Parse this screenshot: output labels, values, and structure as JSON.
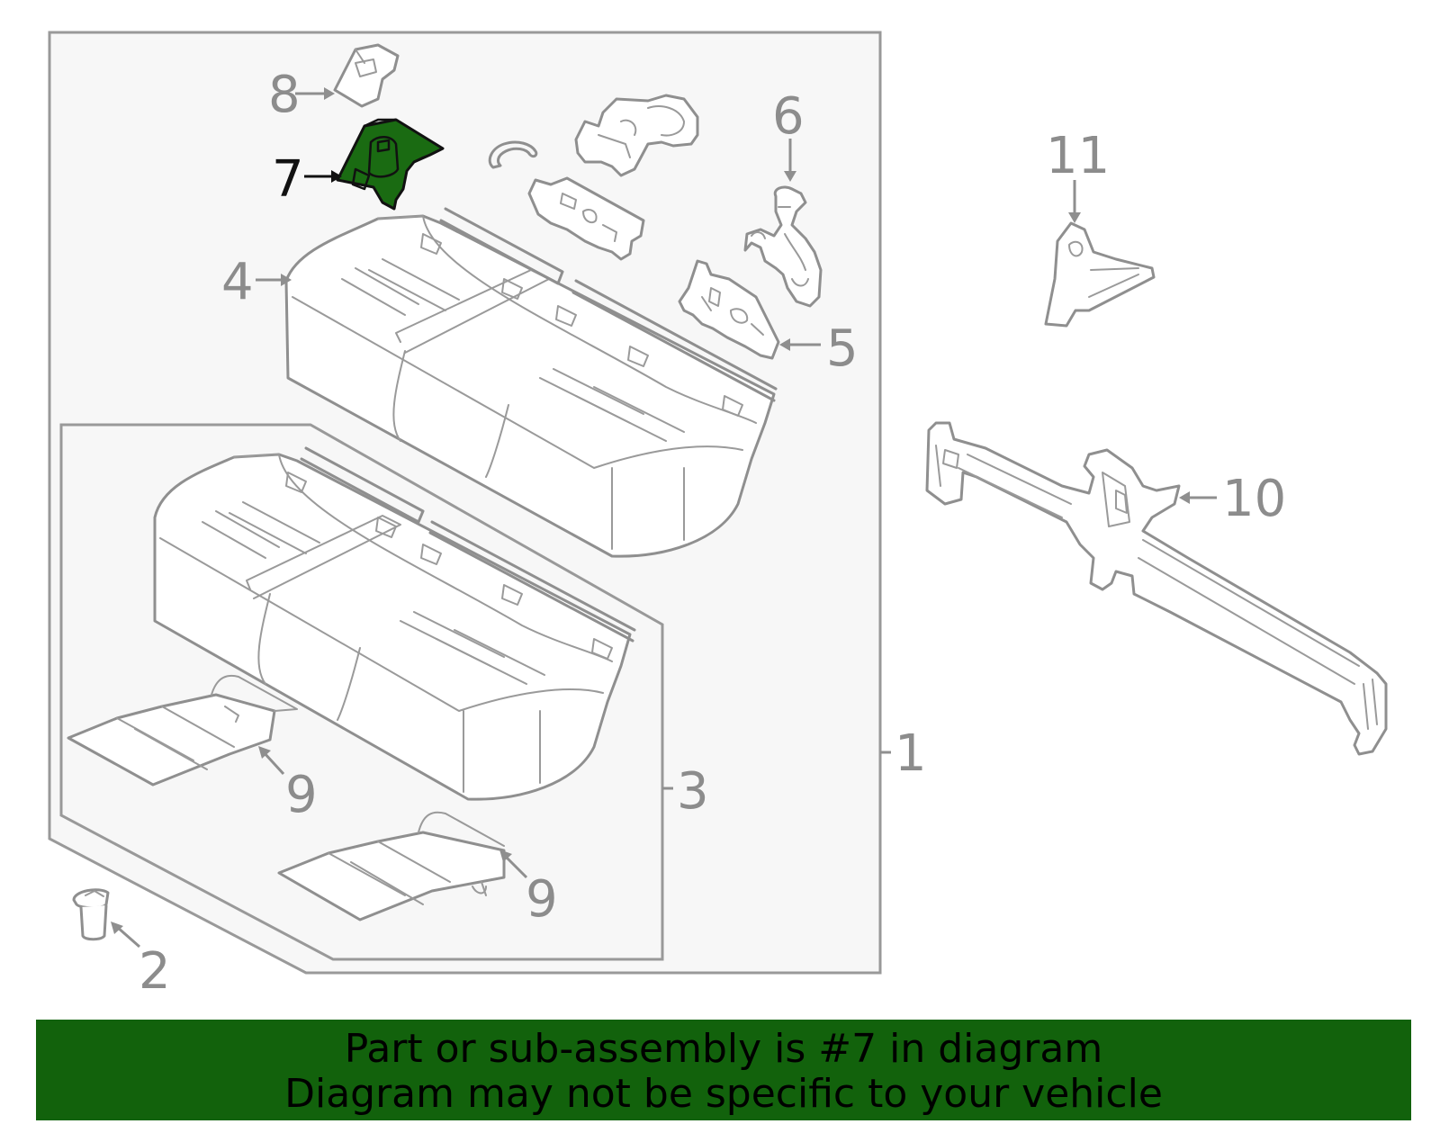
{
  "callouts": {
    "c1": "1",
    "c2": "2",
    "c3": "3",
    "c4": "4",
    "c5": "5",
    "c6": "6",
    "c7": "7",
    "c8": "8",
    "c9a": "9",
    "c9b": "9",
    "c10": "10",
    "c11": "11"
  },
  "highlighted_part": "7",
  "colors": {
    "highlight": "#1a6b12",
    "banner": "#12620c",
    "line": "#8f8f8f",
    "panel_fill": "#f7f7f7"
  },
  "banner": {
    "line1": "Part or sub-assembly is #7 in diagram",
    "line2": "Diagram may not be specific to your vehicle"
  }
}
